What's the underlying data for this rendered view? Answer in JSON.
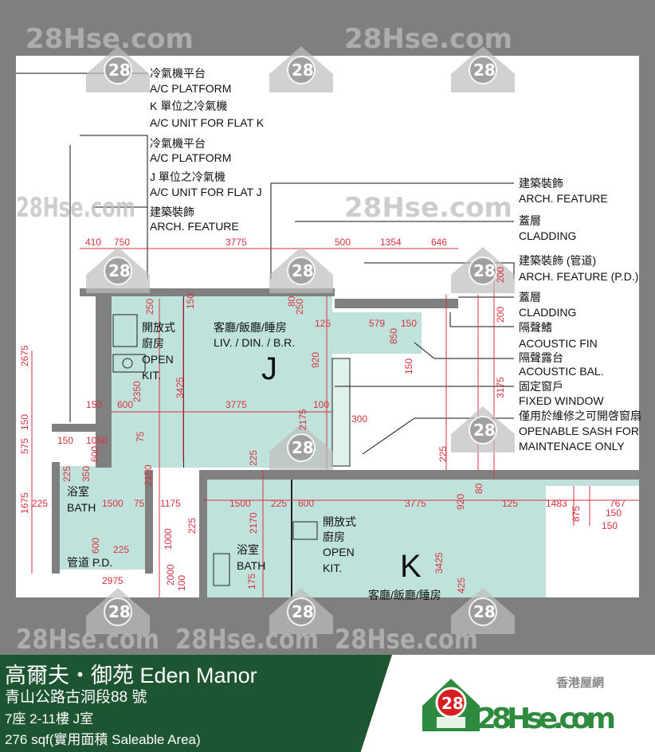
{
  "watermark": "28Hse.com",
  "watermark_badge": "28",
  "banner": {
    "title": "高爾夫・御苑 Eden Manor",
    "address": "青山公路古洞段88 號",
    "unit": "7座 2-11樓 J室",
    "area": "276 sqf(實用面積 Saleable Area)",
    "logo_tagline": "香港屋網",
    "logo_text": "28Hse.com",
    "logo_badge": "28"
  },
  "colors": {
    "banner_green": "#1d5532",
    "room_fill": "#bfe3dc",
    "wall": "#808080",
    "dimension": "#d8323f",
    "logo_green": "#2e8b3e",
    "logo_red": "#d81e1e"
  },
  "plan": {
    "left_labels": [
      "冷氣機平台",
      "A/C PLATFORM",
      "K 單位之冷氣機",
      "A/C UNIT FOR FLAT K",
      "冷氣機平台",
      "A/C PLATFORM",
      "J 單位之冷氣機",
      "A/C UNIT FOR FLAT J",
      "建築裝飾",
      "ARCH. FEATURE"
    ],
    "right_labels": [
      "建築裝飾",
      "ARCH. FEATURE",
      "蓋層",
      "CLADDING",
      "建築裝飾 (管道)",
      "ARCH. FEATURE (P.D.)",
      "蓋層",
      "CLADDING",
      "隔聲鰭",
      "ACOUSTIC FIN",
      "隔聲露台",
      "ACOUSTIC BAL.",
      "固定窗戶",
      "FIXED WINDOW",
      "僅用於維修之可開啓窗扇",
      "OPENABLE SASH FOR",
      "MAINTENACE ONLY"
    ],
    "rooms": {
      "j_kitchen": [
        "開放式",
        "廚房",
        "OPEN",
        "KIT."
      ],
      "j_living": [
        "客廳/飯廳/睡房",
        "LIV. / DIN. / B.R."
      ],
      "j_flat": "J",
      "j_bath": [
        "浴室",
        "BATH"
      ],
      "pd": "管道  P.D.",
      "k_kitchen": [
        "開放式",
        "廚房",
        "OPEN",
        "KIT."
      ],
      "k_bath": [
        "浴室",
        "BATH"
      ],
      "k_flat": "K",
      "k_living": "客廳/飯廳/睡房"
    },
    "dims": [
      "410",
      "750",
      "3775",
      "500",
      "1354",
      "646",
      "200",
      "200",
      "250",
      "150",
      "80",
      "250",
      "125",
      "579",
      "150",
      "920",
      "850",
      "150",
      "3175",
      "2675",
      "2350",
      "3425",
      "3775",
      "150",
      "600",
      "100",
      "300",
      "2175",
      "575",
      "150",
      "150",
      "1050",
      "600",
      "75",
      "225",
      "1500",
      "75",
      "1175",
      "350",
      "2150",
      "225",
      "225",
      "3775",
      "920",
      "80",
      "125",
      "1483",
      "150",
      "875",
      "767",
      "150",
      "1675",
      "225",
      "1500",
      "225",
      "600",
      "2170",
      "1000",
      "100",
      "600",
      "225",
      "2975",
      "3425",
      "2000",
      "175",
      "425",
      "225"
    ]
  }
}
